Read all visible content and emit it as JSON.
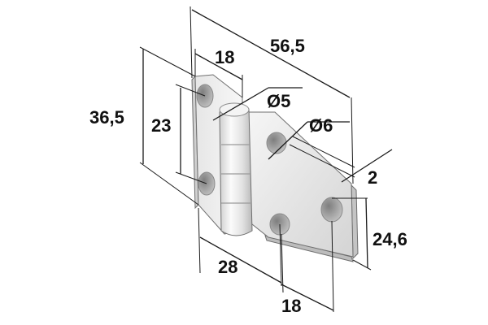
{
  "dimensions": {
    "overall_width": "56,5",
    "knuckle_leaf_width": "18",
    "pin_hole_dia": "Ø5",
    "hole_dia": "Ø6",
    "thickness": "2",
    "total_height": "36,5",
    "left_hole_spacing": "23",
    "right_hole_spacing": "24,6",
    "bottom_offset": "28",
    "bottom_hole_spacing": "18"
  },
  "colors": {
    "metal_light": "#efefef",
    "metal_mid": "#d9d9d9",
    "metal_dark": "#bdbdbd",
    "hole_shadow": "#8f8f8f",
    "dimension_ink": "#111111"
  }
}
